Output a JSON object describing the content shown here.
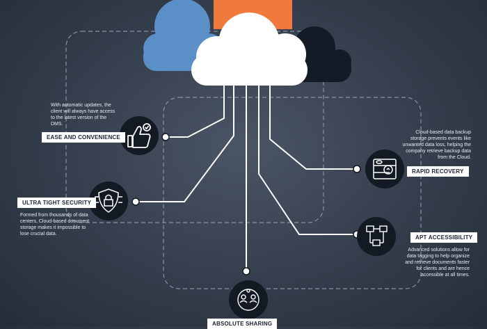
{
  "features": [
    {
      "id": "ease",
      "label": "EASE AND CONVENIENCE",
      "icon": "thumbs-up-icon",
      "description": "With automatic updates, the client will always have access to the latest version of the DMS."
    },
    {
      "id": "security",
      "label": "ULTRA TIGHT SECURITY",
      "icon": "shield-lock-icon",
      "description": "Formed from thousands of data centers, Cloud-based document storage makes it impossible to lose crucial data."
    },
    {
      "id": "recovery",
      "label": "RAPID RECOVERY",
      "icon": "database-recovery-icon",
      "description": "Cloud-based data backup storage prevents events like unwanted data loss, helping the company retrieve backup data from the Cloud."
    },
    {
      "id": "access",
      "label": "APT ACCESSIBILITY",
      "icon": "network-devices-icon",
      "description": "Advanced solutions allow for data tagging to help organize and retrieve documents faster for clients and are hence accessible at all times."
    },
    {
      "id": "sharing",
      "label": "ABSOLUTE SHARING",
      "icon": "people-share-icon",
      "description": ""
    }
  ],
  "colors": {
    "background": "#343d4b",
    "cloud_main": "#ffffff",
    "cloud_blue": "#5b8fc7",
    "cloud_dark": "#151b26",
    "accent_orange": "#f07a3e",
    "circle": "#141a24",
    "line": "#ffffff"
  }
}
